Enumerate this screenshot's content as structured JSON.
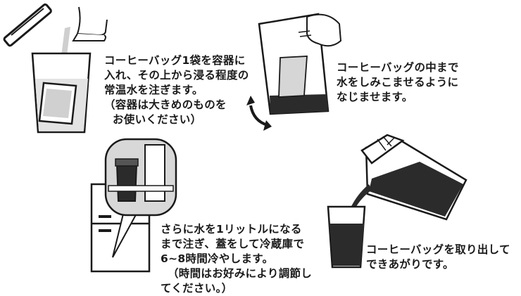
{
  "steps": [
    {
      "lines": [
        "コーヒーバッグ1袋を容器に",
        "入れ、その上から浸る程度の",
        "常温水を注ぎます。"
      ],
      "notes": [
        "（容器は大きめのものを",
        "お使いください）"
      ]
    },
    {
      "lines": [
        "コーヒーバッグの中まで",
        "水をしみこませるように",
        "なじませます。"
      ],
      "notes": []
    },
    {
      "lines": [
        "さらに水を1リットルになる",
        "まで注ぎ、蓋をして冷蔵庫で",
        "6~8時間冷やします。"
      ],
      "notes": [
        "（時間はお好みにより調節し",
        "てください。）"
      ]
    },
    {
      "lines": [
        "コーヒーバッグを取り出して",
        "できあがりです。"
      ],
      "notes": []
    }
  ],
  "colors": {
    "ink": "#1a1a1a",
    "coffee": "#2b2b2b",
    "water": "#d9d9d9"
  }
}
